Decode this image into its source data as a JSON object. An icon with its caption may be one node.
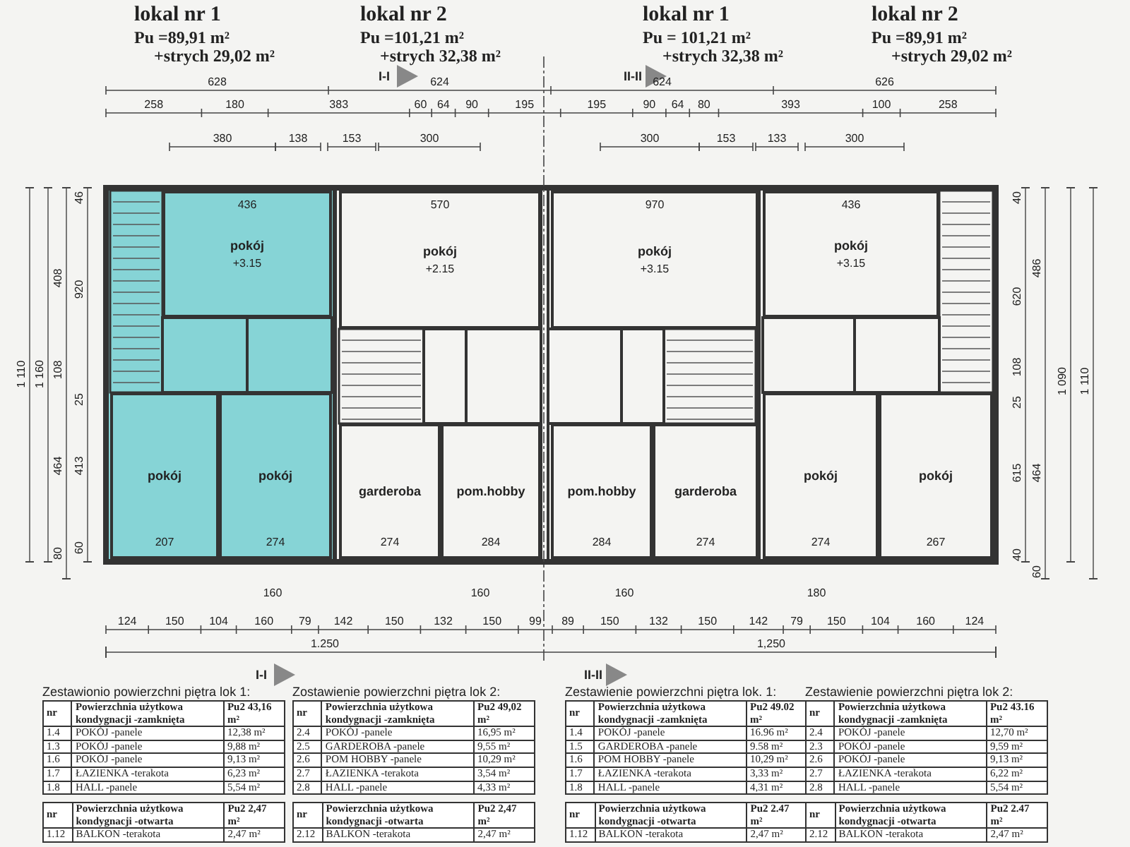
{
  "diagram": {
    "nodes": [
      {
        "text": [
          "pokój",
          "+3.15"
        ]
      },
      {
        "text": [
          "pokój",
          "+2.15"
        ]
      },
      {
        "text": [
          "pokój",
          "+3.15"
        ]
      },
      {
        "text": [
          "pokój",
          "+3.15"
        ]
      },
      {
        "text": [
          "pokój"
        ]
      },
      {
        "text": [
          "pokój"
        ]
      },
      {
        "text": [
          "garderoba"
        ]
      },
      {
        "text": [
          "pom.hobby"
        ]
      },
      {
        "text": [
          "pom.hobby"
        ]
      },
      {
        "text": [
          "garderoba"
        ]
      },
      {
        "text": [
          "pokój"
        ]
      },
      {
        "text": [
          "pokój"
        ]
      }
    ],
    "labels": [
      "lokal  nr 1",
      "Pu =89,91 m²",
      "+strych 29,02 m²",
      "lokal nr 2",
      "Pu =101,21 m²",
      "+strych 32,38 m²",
      "lokal  nr 1",
      "Pu = 101,21 m²",
      "+strych 32,38 m²",
      "lokal nr 2",
      "Pu =89,91 m²",
      "+strych  29,02 m²",
      "I-I",
      "II-II",
      "628",
      "624",
      "624",
      "626",
      "258",
      "180",
      "383",
      "60",
      "64",
      "90",
      "195",
      "195",
      "90",
      "64",
      "80",
      "393",
      "100",
      "258",
      "380",
      "138",
      "153",
      "300",
      "300",
      "153",
      "133",
      "300",
      "436",
      "570",
      "970",
      "436",
      "207",
      "274",
      "274",
      "284",
      "284",
      "274",
      "274",
      "267",
      "1 110",
      "1 160",
      "408",
      "108",
      "464",
      "80",
      "46",
      "920",
      "25",
      "413",
      "60",
      "40",
      "620",
      "108",
      "25",
      "615",
      "40",
      "486",
      "464",
      "60",
      "1 090",
      "1 110",
      "160",
      "160",
      "160",
      "180",
      "124",
      "150",
      "104",
      "160",
      "79",
      "142",
      "150",
      "132",
      "150",
      "99",
      "89",
      "150",
      "132",
      "150",
      "142",
      "79",
      "150",
      "104",
      "160",
      "124",
      "1.250",
      "1,250",
      "I-I",
      "II-II",
      "Zestawionio powierzchni piętra lok 1:",
      "nr",
      "Powierzchnia użytkowa kondygnacji -zamknięta",
      "Pu2 43,16 m²",
      "1.4",
      "POKÓJ -panele",
      "12,38 m²",
      "1.3",
      "POKÓJ -panele",
      "9,88 m²",
      "1.6",
      "POKÓJ -panele",
      "9,13 m²",
      "1.7",
      "ŁAZIENKA -terakota",
      "6,23 m²",
      "1.8",
      "HALL -panele",
      "5,54 m²",
      "nr",
      "Powierzchnia użytkowa kondygnacji -otwarta",
      "Pu2 2,47 m²",
      "1.12",
      "BALKON -terakota",
      "2,47 m²",
      "Zostawienie powierzchni piętra lok 2:",
      "nr",
      "Powierzchnia użytkowa kondygnacji -zamknięta",
      "Pu2 49,02 m²",
      "2.4",
      "POKÓJ -panele",
      "16,95 m²",
      "2.5",
      "GARDEROBA -panele",
      "9,55 m²",
      "2.6",
      "POM HOBBY -panele",
      "10,29 m²",
      "2.7",
      "ŁAZIENKA -terakota",
      "3,54 m²",
      "2.8",
      "HALL -panele",
      "4,33 m²",
      "nr",
      "Powierzchnia użytkowa kondygnacji -otwarta",
      "Pu2 2,47 m²",
      "2.12",
      "BALKON -terakota",
      "2,47 m²",
      "Zestawienie powierzchni piętra lok. 1:",
      "nr",
      "Powierzchnia użytkowa kondygnacji -zamknięta",
      "Pu2 49.02 m²",
      "1.4",
      "POKÓJ -panele",
      "16.96 m²",
      "1.5",
      "GARDEROBA -panele",
      "9.58 m²",
      "1.6",
      "POM HOBBY -panele",
      "10,29 m²",
      "1.7",
      "ŁAZIENKA -terakota",
      "3,33 m²",
      "1.8",
      "HALL -panele",
      "4,31 m²",
      "nr",
      "Powierzchnia użytkowa kondygnacji -otwarta",
      "Pu2 2.47 m²",
      "1.12",
      "BALKON -terakota",
      "2,47 m²",
      "Zestawienie powierzchni piętra lok 2:",
      "nr",
      "Powierzchnia użytkowa kondygnacji -zamknięta",
      "Pu2 43.16 m²",
      "2.4",
      "POKÓJ -panele",
      "12,70 m²",
      "2.3",
      "POKÓJ -panele",
      "9,59 m²",
      "2.6",
      "POKÓJ -panele",
      "9,13 m²",
      "2.7",
      "ŁAZIENKA -terakota",
      "6,22 m²",
      "2.8",
      "HALL -panele",
      "5,54 m²",
      "nr",
      "Powierzchnia użytkowa kondygnacji -otwarta",
      "Pu2 2.47 m²",
      "2.12",
      "BALKON -terakota",
      "2,47 m²"
    ]
  }
}
